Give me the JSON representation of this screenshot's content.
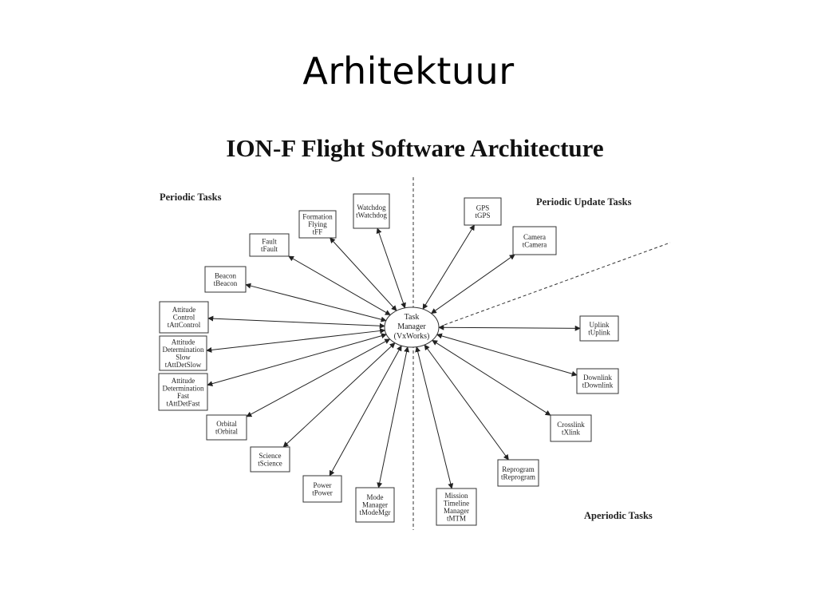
{
  "slide": {
    "title": "Arhitektuur"
  },
  "diagram": {
    "title": "ION-F Flight Software Architecture",
    "labels": {
      "periodic_tasks": "Periodic Tasks",
      "periodic_update_tasks": "Periodic Update Tasks",
      "aperiodic_tasks": "Aperiodic Tasks"
    },
    "center": {
      "lines": [
        "Task",
        "Manager",
        "(VxWorks)"
      ]
    },
    "nodes": [
      {
        "id": "watchdog",
        "lines": [
          "Watchdog",
          "tWatchdog"
        ]
      },
      {
        "id": "formation-flying",
        "lines": [
          "Formation",
          "Flying",
          "tFF"
        ]
      },
      {
        "id": "fault",
        "lines": [
          "Fault",
          "tFault"
        ]
      },
      {
        "id": "beacon",
        "lines": [
          "Beacon",
          "tBeacon"
        ]
      },
      {
        "id": "attitude-control",
        "lines": [
          "Attitude",
          "Control",
          "tAttControl"
        ]
      },
      {
        "id": "attitude-determination-slow",
        "lines": [
          "Attitude",
          "Determination",
          "Slow",
          "tAttDetSlow"
        ]
      },
      {
        "id": "attitude-determination-fast",
        "lines": [
          "Attitude",
          "Determination",
          "Fast",
          "tAttDetFast"
        ]
      },
      {
        "id": "orbital",
        "lines": [
          "Orbital",
          "tOrbital"
        ]
      },
      {
        "id": "science",
        "lines": [
          "Science",
          "tScience"
        ]
      },
      {
        "id": "power",
        "lines": [
          "Power",
          "tPower"
        ]
      },
      {
        "id": "mode-manager",
        "lines": [
          "Mode",
          "Manager",
          "tModeMgr"
        ]
      },
      {
        "id": "mission-timeline-manager",
        "lines": [
          "Mission",
          "Timeline",
          "Manager",
          "tMTM"
        ]
      },
      {
        "id": "reprogram",
        "lines": [
          "Reprogram",
          "tReprogram"
        ]
      },
      {
        "id": "crosslink",
        "lines": [
          "Crosslink",
          "tXlink"
        ]
      },
      {
        "id": "downlink",
        "lines": [
          "Downlink",
          "tDownlink"
        ]
      },
      {
        "id": "uplink",
        "lines": [
          "Uplink",
          "tUplink"
        ]
      },
      {
        "id": "camera",
        "lines": [
          "Camera",
          "tCamera"
        ]
      },
      {
        "id": "gps",
        "lines": [
          "GPS",
          "tGPS"
        ]
      }
    ]
  }
}
